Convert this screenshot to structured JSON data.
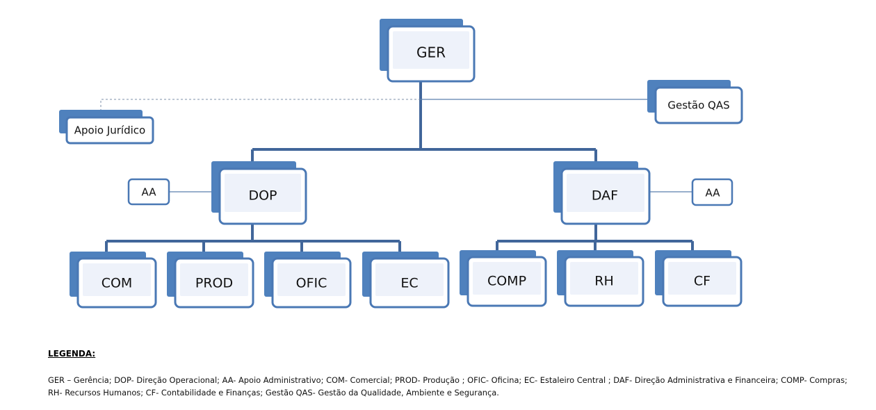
{
  "nodes": {
    "ger": "GER",
    "gestao_qas": "Gestão QAS",
    "apoio_juridico": "Apoio Jurídico",
    "dop": "DOP",
    "daf": "DAF",
    "aa_dop": "AA",
    "aa_daf": "AA",
    "com": "COM",
    "prod": "PROD",
    "ofic": "OFIC",
    "ec": "EC",
    "comp": "COMP",
    "rh": "RH",
    "cf": "CF"
  },
  "legend": {
    "title": "LEGENDA:",
    "text": "GER – Gerência; DOP- Direção Operacional; AA- Apoio Administrativo; COM- Comercial; PROD- Produção ; OFIC- Oficina; EC- Estaleiro Central ; DAF- Direção Administrativa e Financeira; COMP- Compras; RH- Recursos Humanos; CF- Contabilidade e Finanças; Gestão QAS- Gestão da Qualidade, Ambiente e Segurança."
  }
}
